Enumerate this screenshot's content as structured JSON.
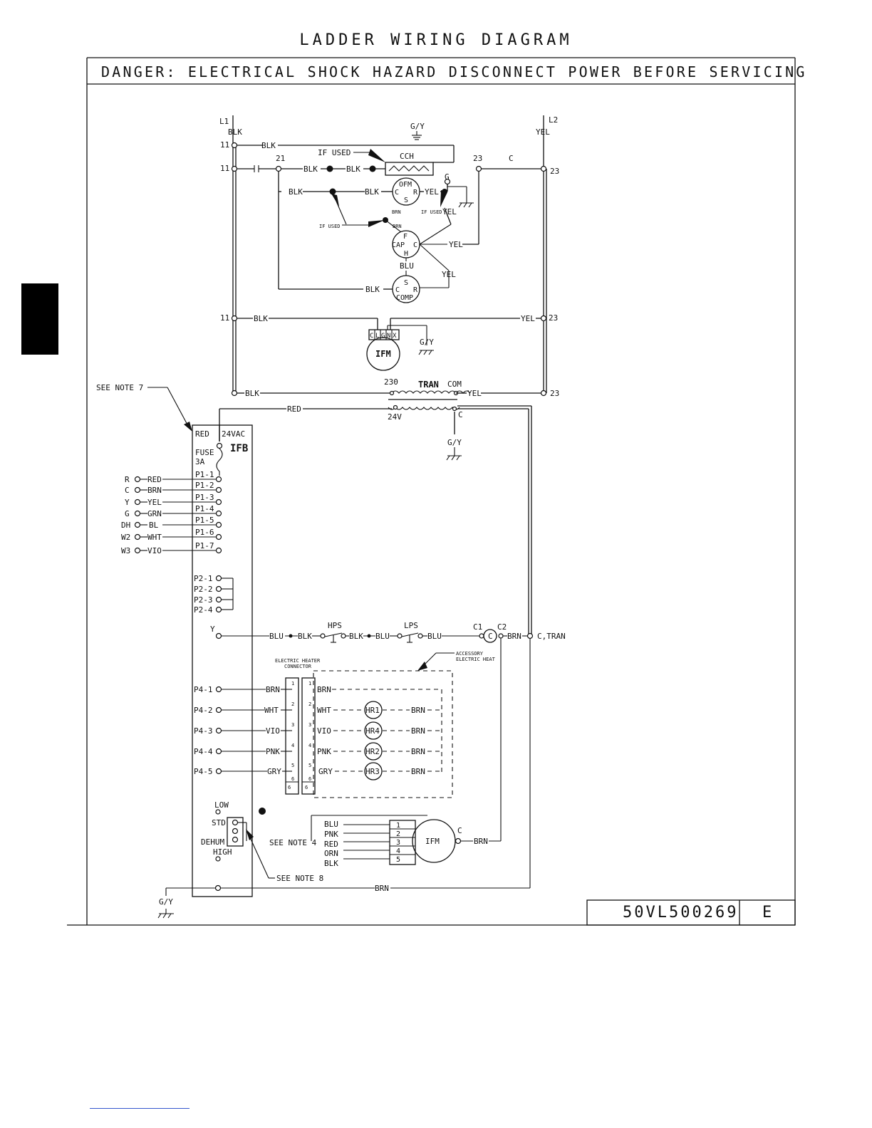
{
  "title": "LADDER WIRING DIAGRAM",
  "danger": "DANGER: ELECTRICAL SHOCK HAZARD DISCONNECT POWER BEFORE SERVICING",
  "drawing_number": "50VL500269",
  "revision": "E",
  "labels": {
    "l1": "L1",
    "l2": "L2",
    "blk": "BLK",
    "yel": "YEL",
    "gy": "G/Y",
    "t11": "11",
    "t21": "21",
    "t23": "23",
    "c": "C",
    "if_used": "IF USED",
    "if_used_small": "IF USED",
    "cch": "CCH",
    "g": "G",
    "ofm": "OFM",
    "ofm_c": "C",
    "ofm_r": "R",
    "ofm_s": "S",
    "brn": "BRN",
    "cap": "CAP",
    "cap_f": "F",
    "cap_c": "C",
    "cap_h": "H",
    "blu": "BLU",
    "comp": "COMP",
    "comp_s": "S",
    "comp_c": "C",
    "comp_r": "R",
    "ifm": "IFM",
    "ifm_pins": [
      "C",
      "L",
      "G",
      "N",
      "X"
    ],
    "see_note_7": "SEE NOTE 7",
    "tran": "TRAN",
    "v230": "230",
    "com": "COM",
    "v24": "24V",
    "red": "RED",
    "v24vac": "24VAC",
    "ifb": "IFB",
    "fuse": "FUSE",
    "fuse_amp": "3A",
    "hps": "HPS",
    "lps": "LPS",
    "c1": "C1",
    "c2": "C2",
    "contactor_c": "C",
    "c_tran": "C,TRAN",
    "y": "Y",
    "heater_connector": [
      "ELECTRIC HEATER",
      "CONNECTOR"
    ],
    "accessory": [
      "ACCESSORY",
      "ELECTRIC HEAT"
    ],
    "low": "LOW",
    "std": "STD",
    "dehum": "DEHUM",
    "high": "HIGH",
    "see_note_4": "SEE NOTE 4",
    "see_note_8": "SEE NOTE 8",
    "ifm2": "IFM",
    "ifm2_c": "C"
  },
  "thermostat": [
    {
      "term": "R",
      "color": "RED",
      "pin": "P1-1"
    },
    {
      "term": "C",
      "color": "BRN",
      "pin": "P1-2"
    },
    {
      "term": "Y",
      "color": "YEL",
      "pin": "P1-3"
    },
    {
      "term": "G",
      "color": "GRN",
      "pin": "P1-4"
    },
    {
      "term": "DH",
      "color": "BL",
      "pin": "P1-5"
    },
    {
      "term": "W2",
      "color": "WHT",
      "pin": "P1-6"
    },
    {
      "term": "W3",
      "color": "VIO",
      "pin": "P1-7"
    }
  ],
  "p2": [
    "P2-1",
    "P2-2",
    "P2-3",
    "P2-4"
  ],
  "heaters": [
    {
      "pin": "P4-1",
      "left_color": "BRN",
      "n": "1",
      "right_color": "BRN",
      "hr": "",
      "out": ""
    },
    {
      "pin": "P4-2",
      "left_color": "WHT",
      "n": "2",
      "right_color": "WHT",
      "hr": "HR1",
      "out": "BRN"
    },
    {
      "pin": "P4-3",
      "left_color": "VIO",
      "n": "3",
      "right_color": "VIO",
      "hr": "HR4",
      "out": "BRN"
    },
    {
      "pin": "P4-4",
      "left_color": "PNK",
      "n": "4",
      "right_color": "PNK",
      "hr": "HR2",
      "out": "BRN"
    },
    {
      "pin": "P4-5",
      "left_color": "GRY",
      "n": "5",
      "right_color": "GRY",
      "hr": "HR3",
      "out": "BRN"
    }
  ],
  "connector_six": "6",
  "ifm_wires": [
    {
      "color": "BLU",
      "n": "1"
    },
    {
      "color": "PNK",
      "n": "2"
    },
    {
      "color": "RED",
      "n": "3"
    },
    {
      "color": "ORN",
      "n": "4"
    },
    {
      "color": "BLK",
      "n": "5"
    }
  ]
}
